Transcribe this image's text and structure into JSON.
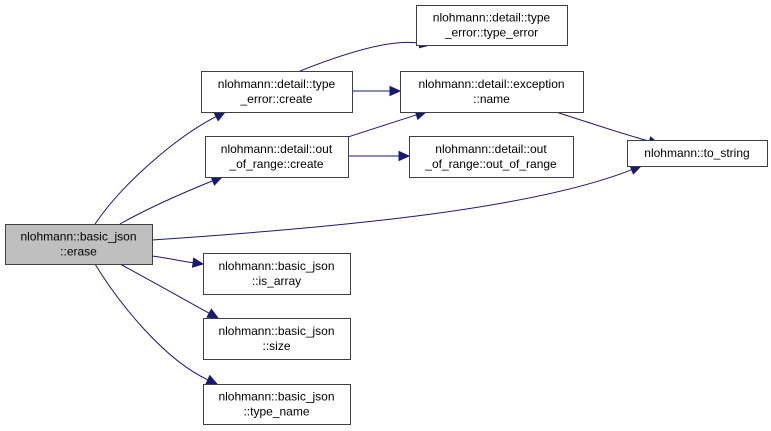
{
  "diagram": {
    "type": "call-graph",
    "colors": {
      "edge": "#191970",
      "node_border": "#404040",
      "root_fill": "#bfbfbf",
      "node_fill": "#ffffff"
    },
    "nodes": [
      {
        "id": "erase",
        "lines": [
          "nlohmann::basic_json",
          "::erase"
        ],
        "root": true
      },
      {
        "id": "type_error_create",
        "lines": [
          "nlohmann::detail::type",
          "_error::create"
        ]
      },
      {
        "id": "out_of_range_create",
        "lines": [
          "nlohmann::detail::out",
          "_of_range::create"
        ]
      },
      {
        "id": "type_error_ctor",
        "lines": [
          "nlohmann::detail::type",
          "_error::type_error"
        ]
      },
      {
        "id": "exception_name",
        "lines": [
          "nlohmann::detail::exception",
          "::name"
        ]
      },
      {
        "id": "out_of_range_ctor",
        "lines": [
          "nlohmann::detail::out",
          "_of_range::out_of_range"
        ]
      },
      {
        "id": "to_string",
        "lines": [
          "nlohmann::to_string"
        ]
      },
      {
        "id": "is_array",
        "lines": [
          "nlohmann::basic_json",
          "::is_array"
        ]
      },
      {
        "id": "size",
        "lines": [
          "nlohmann::basic_json",
          "::size"
        ]
      },
      {
        "id": "type_name",
        "lines": [
          "nlohmann::basic_json",
          "::type_name"
        ]
      }
    ],
    "edges": [
      {
        "from": "erase",
        "to": "type_error_create"
      },
      {
        "from": "erase",
        "to": "out_of_range_create"
      },
      {
        "from": "erase",
        "to": "to_string"
      },
      {
        "from": "erase",
        "to": "is_array"
      },
      {
        "from": "erase",
        "to": "size"
      },
      {
        "from": "erase",
        "to": "type_name"
      },
      {
        "from": "type_error_create",
        "to": "type_error_ctor"
      },
      {
        "from": "type_error_create",
        "to": "exception_name"
      },
      {
        "from": "out_of_range_create",
        "to": "exception_name"
      },
      {
        "from": "out_of_range_create",
        "to": "out_of_range_ctor"
      },
      {
        "from": "exception_name",
        "to": "to_string"
      }
    ]
  }
}
